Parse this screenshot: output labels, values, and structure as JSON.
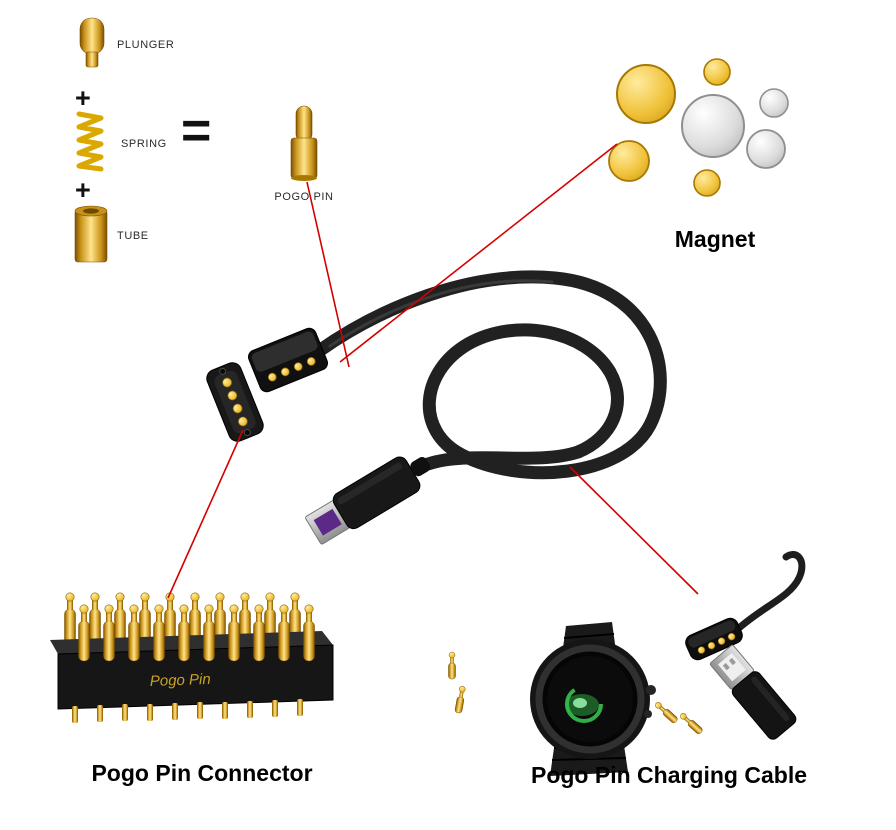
{
  "labels": {
    "plunger": "PLUNGER",
    "plus": "+",
    "spring": "SPRING",
    "tube": "TUBE",
    "equals": "=",
    "pogo_pin": "POGO PIN",
    "magnet": "Magnet",
    "connector_print": "Pogo Pin",
    "pogo_pin_connector": "Pogo Pin Connector",
    "charging_cable": "Pogo Pin Charging Cable"
  },
  "colors": {
    "gold": "#d4a017",
    "gold_dark": "#7a4f00",
    "silver": "#c6c6c6",
    "cable_black": "#212121",
    "red_line": "#d40000",
    "usb_purple": "#5b2a86",
    "green_glow": "#2fae43",
    "print_gold": "#c9a227"
  },
  "connections": [
    {
      "from": "pogo-pin",
      "to": "cable-magnetic-connector"
    },
    {
      "from": "magnet",
      "to": "cable-magnetic-connector"
    },
    {
      "from": "mating-connector",
      "to": "pogo-pin-connector"
    },
    {
      "from": "cable",
      "to": "charging-cable-set"
    }
  ]
}
